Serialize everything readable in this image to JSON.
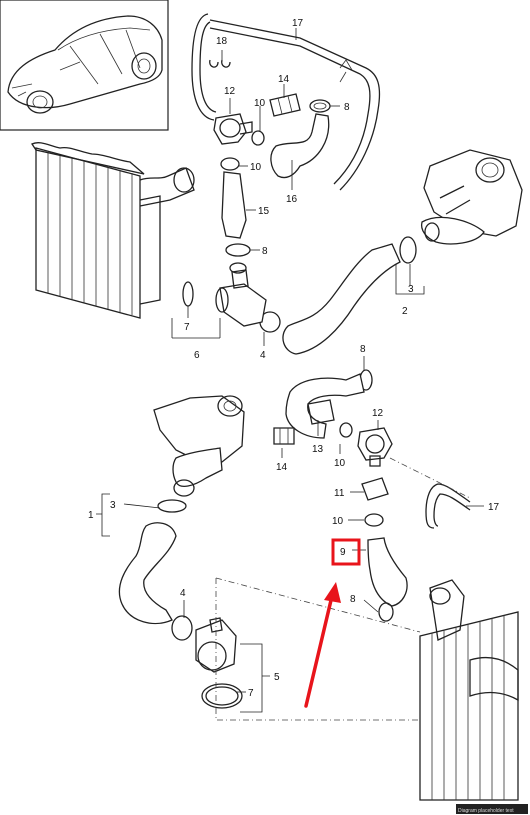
{
  "callouts": {
    "c17_top": "17",
    "c18": "18",
    "c14_top": "14",
    "c12_top": "12",
    "c10_top_a": "10",
    "c8_top_a": "8",
    "c10_top_b": "10",
    "c16": "16",
    "c15": "15",
    "c8_top_b": "8",
    "c3_top": "3",
    "c2": "2",
    "c7_top": "7",
    "c6": "6",
    "c4_top": "4",
    "c8_mid": "8",
    "c12_mid": "12",
    "c13": "13",
    "c10_mid": "10",
    "c14_mid": "14",
    "c11": "11",
    "c17_mid": "17",
    "c10_low": "10",
    "c9": "9",
    "c8_low": "8",
    "c3_left": "3",
    "c1": "1",
    "c4_low": "4",
    "c5": "5",
    "c7_low": "7"
  },
  "highlight": {
    "color": "#e8141b",
    "target": "9"
  },
  "watermark": "Diagram placeholder text"
}
